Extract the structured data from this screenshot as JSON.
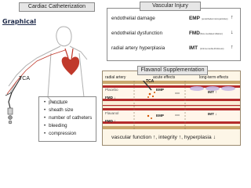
{
  "graphical_label": "Graphical",
  "cardiac": {
    "title": "Cardiac Catheterization",
    "tca_label": "TCA",
    "list": [
      "puncture",
      "sheath size",
      "number of catheters",
      "bleeding",
      "compression"
    ]
  },
  "vascular_injury": {
    "title": "Vascular Injury",
    "rows": [
      {
        "label": "endothelial damage",
        "abbr": "EMP",
        "sub": "(endothelial microparticles)",
        "arrow": "↑"
      },
      {
        "label": "endothelial dysfunction",
        "abbr": "FMD",
        "sub": "(flow-mediated dilation)",
        "arrow": "↓"
      },
      {
        "label": "radial artery hyperplasia",
        "abbr": "IMT",
        "sub": "(intima-media-thickness)",
        "arrow": "↑"
      }
    ]
  },
  "flavanol": {
    "title": "Flavanol Supplementation",
    "headers": {
      "radial_artery": "radial artery",
      "acute": "acute effects",
      "long_term": "long-term effects"
    },
    "tca": "TCA",
    "placebo": "Placebo",
    "flavanol": "Flavanol",
    "fmd_down": "FMD ↓",
    "fmd_up": "FMD ↑",
    "imt_up": "IMT ↑",
    "imt_down": "IMT ↓",
    "emp_top": "EMP",
    "emp_bottom": "EMP",
    "summary": "vascular function ↑, integrity ↑, hyperplasia ↓"
  }
}
